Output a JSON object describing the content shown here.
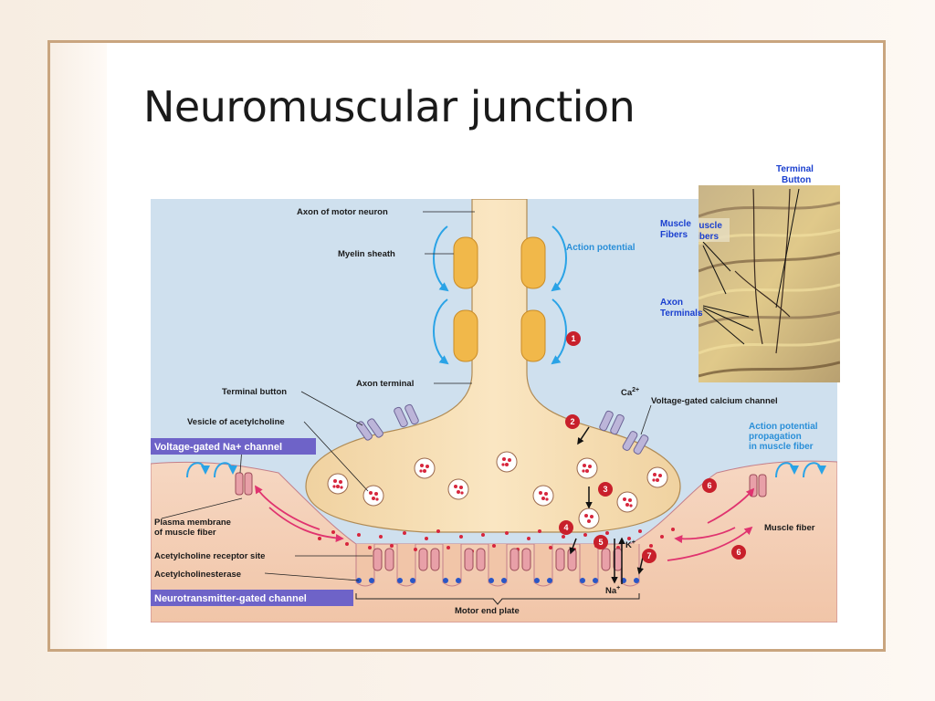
{
  "slide": {
    "title": "Neuromuscular junction"
  },
  "diagram": {
    "labels": {
      "axon_of_motor_neuron": "Axon of motor neuron",
      "myelin_sheath": "Myelin sheath",
      "action_potential": "Action potential",
      "axon_terminal": "Axon terminal",
      "terminal_button": "Terminal button",
      "vesicle_of_acetylcholine": "Vesicle of acetylcholine",
      "voltage_gated_na_channel": "Voltage-gated Na+ channel",
      "voltage_gated_calcium_channel": "Voltage-gated calcium channel",
      "ca": "Ca",
      "ca_sup": "2+",
      "ap_propagation_line1": "Action potential",
      "ap_propagation_line2": "propagation",
      "ap_propagation_line3": "in muscle fiber",
      "plasma_membrane_line1": "Plasma membrane",
      "plasma_membrane_line2": "of muscle fiber",
      "muscle_fiber": "Muscle fiber",
      "ach_receptor_site": "Acetylcholine receptor site",
      "acetylcholinesterase": "Acetylcholinesterase",
      "neurotransmitter_gated_channel": "Neurotransmitter-gated channel",
      "k": "K",
      "k_sup": "+",
      "na": "Na",
      "na_sup": "+",
      "motor_end_plate": "Motor end plate"
    },
    "steps": [
      "1",
      "2",
      "3",
      "4",
      "5",
      "6",
      "7"
    ]
  },
  "photo": {
    "terminal_button_line1": "Terminal",
    "terminal_button_line2": "Button",
    "muscle_fibers_line1": "Muscle",
    "muscle_fibers_line2": "Fibers",
    "axon_terminals_line1": "Axon",
    "axon_terminals_line2": "Terminals"
  },
  "colors": {
    "frame": "#c9a57f",
    "background_blue": "#cfe0ee",
    "muscle_pink": "#f4cdb4",
    "neuron_tan": "#f5dcb0",
    "myelin_orange": "#f1b84a",
    "banner_purple": "#6e63c8",
    "step_red": "#c8202b",
    "ach_dot": "#d7263d"
  }
}
